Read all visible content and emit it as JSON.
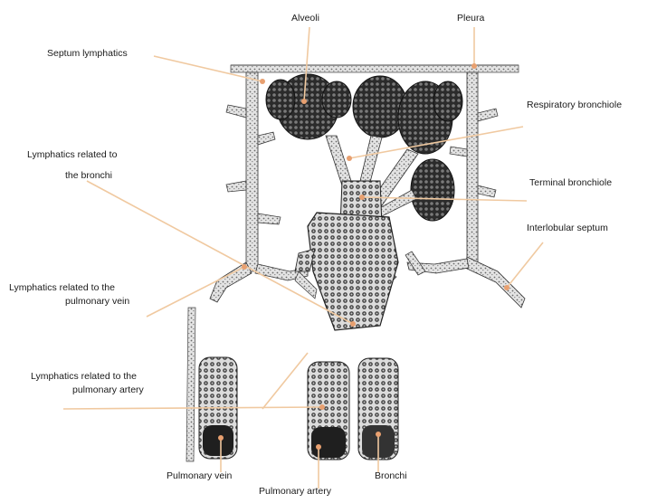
{
  "labels": {
    "alveoli": "Alveoli",
    "pleura": "Pleura",
    "septum_lymphatics": "Septum lymphatics",
    "respiratory_bronchiole": "Respiratory bronchiole",
    "lymph_bronchi_1": "Lymphatics related to",
    "lymph_bronchi_2": "the bronchi",
    "terminal_bronchiole": "Terminal bronchiole",
    "interlobular_septum": "Interlobular septum",
    "lymph_pv_1": "Lymphatics related to the",
    "lymph_pv_2": "pulmonary vein",
    "lymph_pa_1": "Lymphatics related to the",
    "lymph_pa_2": "pulmonary artery",
    "pulmonary_vein": "Pulmonary vein",
    "pulmonary_artery": "Pulmonary artery",
    "bronchi": "Bronchi"
  },
  "colors": {
    "leader_line": "#f0c9a0",
    "pointer_dot": "#e8a070",
    "tissue_dark": "#2a2a2a",
    "tissue_mid": "#8c8c8c",
    "tissue_light": "#d9d9d9"
  }
}
